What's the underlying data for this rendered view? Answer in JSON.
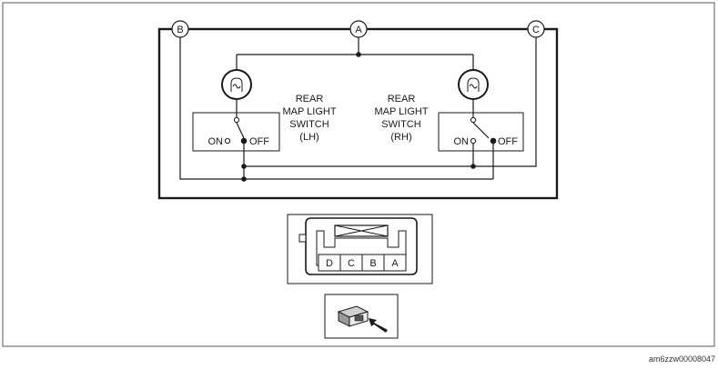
{
  "nodes": {
    "a": "A",
    "b": "B",
    "c": "C"
  },
  "switch_lh": {
    "lines": [
      "REAR",
      "MAP LIGHT",
      "SWITCH",
      "(LH)"
    ],
    "on": "ON",
    "off": "OFF"
  },
  "switch_rh": {
    "lines": [
      "REAR",
      "MAP LIGHT",
      "SWITCH",
      "(RH)"
    ],
    "on": "ON",
    "off": "OFF"
  },
  "connector": {
    "pins": [
      "D",
      "C",
      "B",
      "A"
    ]
  },
  "reference_code": "am6zzw00008047"
}
